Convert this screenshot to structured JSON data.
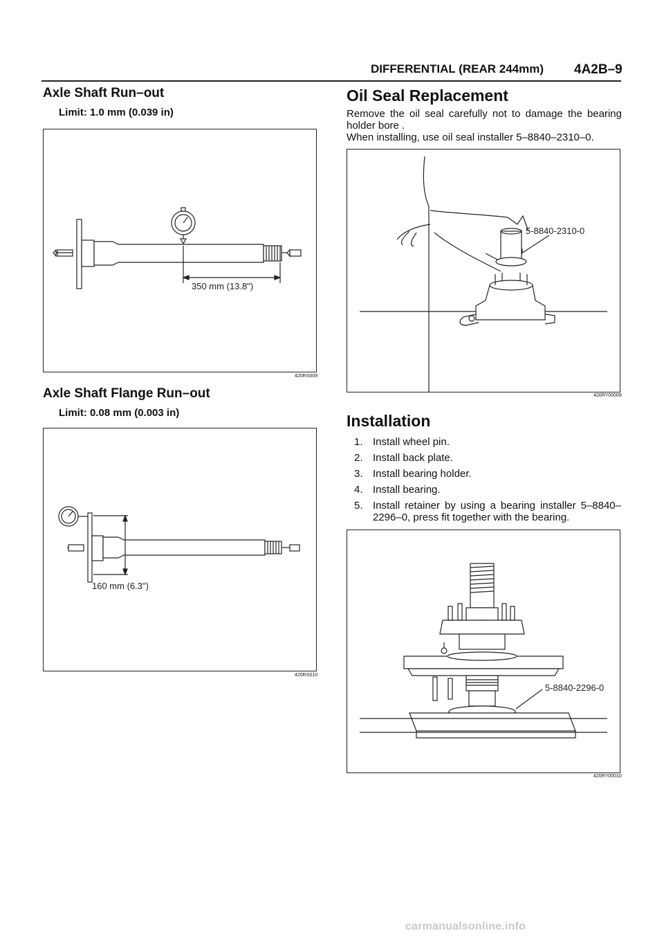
{
  "header": {
    "section_title": "DIFFERENTIAL (REAR 244mm)",
    "page_number": "4A2B–9"
  },
  "left": {
    "run_out": {
      "heading": "Axle Shaft Run–out",
      "limit": "Limit: 1.0 mm (0.039 in)",
      "figure": {
        "dimension": "350 mm (13.8\")",
        "code": "420RS009"
      }
    },
    "flange": {
      "heading": "Axle Shaft Flange Run–out",
      "limit": "Limit: 0.08 mm (0.003 in)",
      "figure": {
        "dimension": "160 mm (6.3\")",
        "code": "420RS010"
      }
    }
  },
  "right": {
    "oil_seal": {
      "heading": "Oil Seal Replacement",
      "para1": "Remove the oil seal carefully not to damage the bearing holder bore .",
      "para2": "When installing, use oil seal installer 5–8840–2310–0.",
      "figure": {
        "tool": "5-8840-2310-0",
        "code": "420RY00009"
      }
    },
    "installation": {
      "heading": "Installation",
      "steps": [
        {
          "num": "1.",
          "text": "Install wheel pin."
        },
        {
          "num": "2.",
          "text": "Install back plate."
        },
        {
          "num": "3.",
          "text": "Install bearing holder."
        },
        {
          "num": "4.",
          "text": "Install bearing."
        },
        {
          "num": "5.",
          "text": "Install retainer by using a bearing installer 5–8840–2296–0, press fit together with the bearing."
        }
      ],
      "figure": {
        "tool": "5-8840-2296-0",
        "code": "420RY00010"
      }
    }
  },
  "footer": {
    "watermark": "carmanualsonline.info"
  }
}
